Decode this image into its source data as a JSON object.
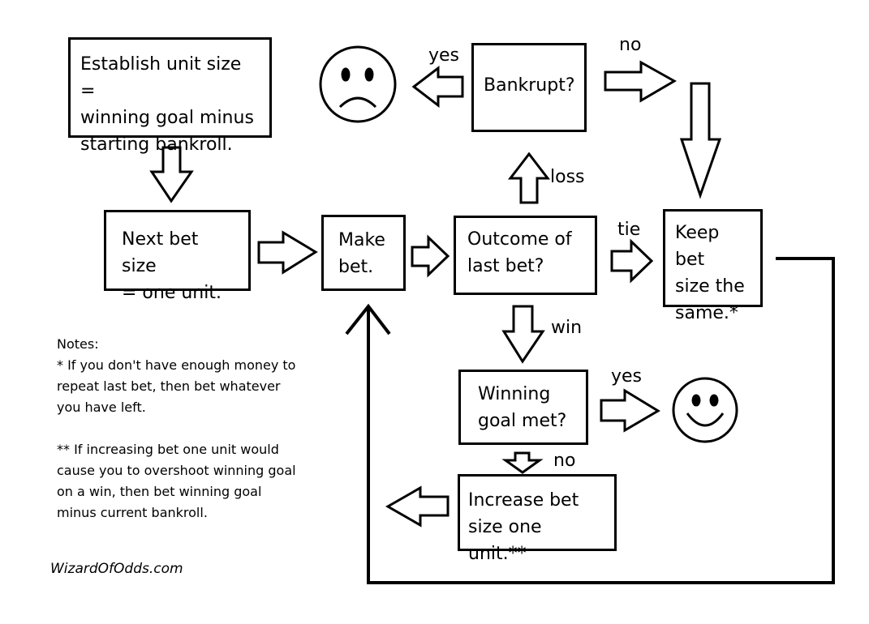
{
  "nodes": {
    "establish": "Establish unit size =\nwinning goal minus\nstarting bankroll.",
    "next_bet": "Next bet size\n= one unit.",
    "make_bet": "Make\nbet.",
    "outcome": "Outcome of\nlast bet?",
    "bankrupt": "Bankrupt?",
    "keep": "Keep bet\nsize the\nsame.*",
    "winning": "Winning\ngoal met?",
    "increase": "Increase bet\nsize one unit.**"
  },
  "edge_labels": {
    "bankrupt_yes": "yes",
    "bankrupt_no": "no",
    "outcome_loss": "loss",
    "outcome_tie": "tie",
    "outcome_win": "win",
    "winning_yes": "yes",
    "winning_no": "no"
  },
  "faces": {
    "sad": "sad-face-icon",
    "happy": "happy-face-icon"
  },
  "notes": {
    "heading": "Notes:",
    "note1_lines": [
      "*  If you don't have enough money to",
      "repeat last bet, then bet whatever",
      "you have left."
    ],
    "note2_lines": [
      "**  If increasing bet one unit would",
      "cause you to overshoot winning goal",
      "on a win, then bet winning goal",
      "minus current bankroll."
    ]
  },
  "credit": "WizardOfOdds.com",
  "colors": {
    "ink": "#000000",
    "background": "#ffffff"
  }
}
